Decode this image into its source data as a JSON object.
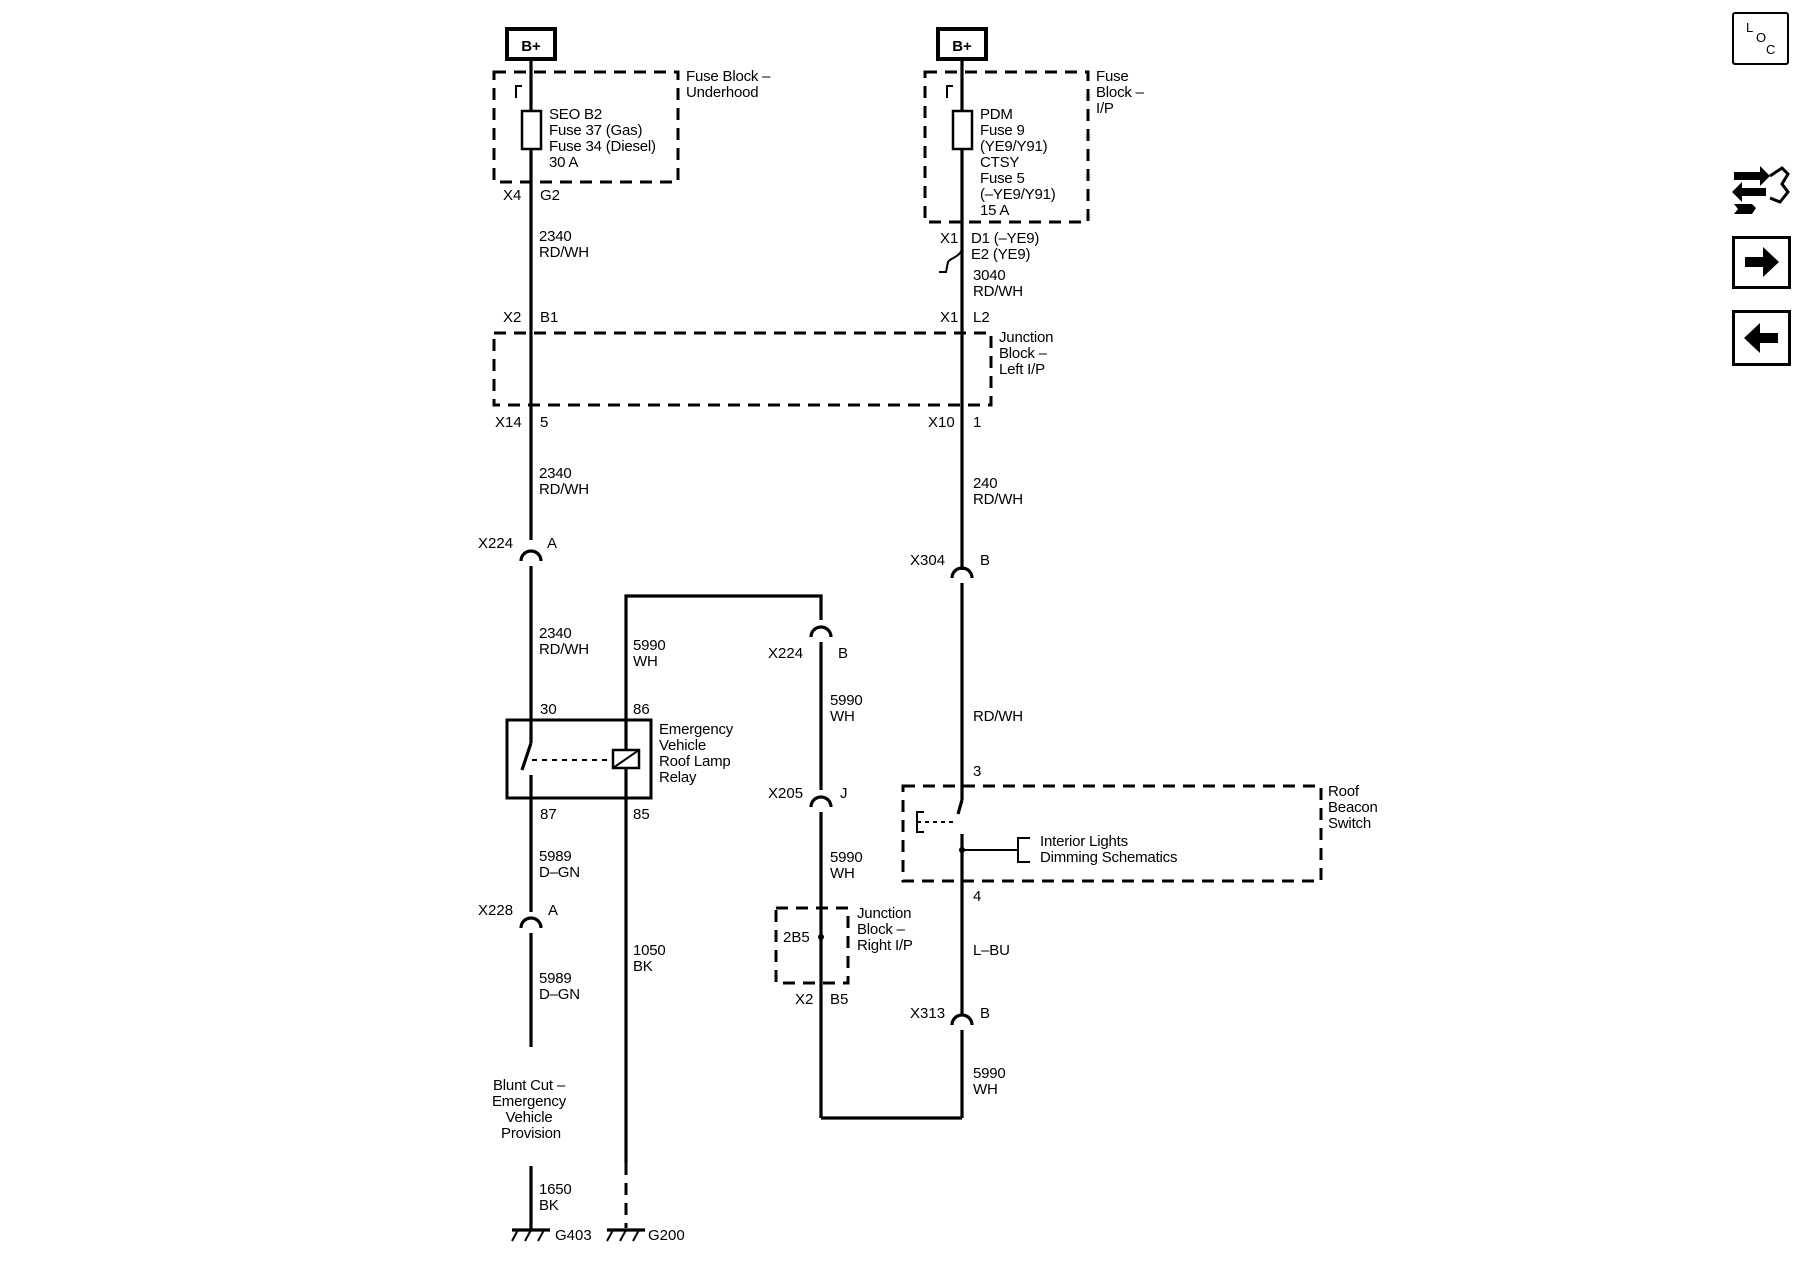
{
  "power": {
    "left_label": "B+",
    "right_label": "B+"
  },
  "fuse_left": {
    "block_name": [
      "Fuse Block –",
      "Underhood"
    ],
    "fuse_text": [
      "SEO B2",
      "Fuse 37 (Gas)",
      "Fuse 34 (Diesel)",
      "30 A"
    ],
    "conn": "X4",
    "pin": "G2"
  },
  "fuse_right": {
    "block_name": [
      "Fuse",
      "Block –",
      "I/P"
    ],
    "fuse_text": [
      "PDM",
      "Fuse 9",
      "(YE9/Y91)",
      "CTSY",
      "Fuse 5",
      "(–YE9/Y91)",
      "15 A"
    ],
    "conn": "X1",
    "pins": [
      "D1 (–YE9)",
      "E2 (YE9)"
    ]
  },
  "wires": {
    "w1": [
      "2340",
      "RD/WH"
    ],
    "w2": [
      "3040",
      "RD/WH"
    ],
    "w3": [
      "2340",
      "RD/WH"
    ],
    "w4": [
      "240",
      "RD/WH"
    ],
    "w5": [
      "2340",
      "RD/WH"
    ],
    "w6": [
      "5990",
      "WH"
    ],
    "w7": [
      "5990",
      "WH"
    ],
    "w8": [
      "RD/WH"
    ],
    "w9": [
      "5989",
      "D–GN"
    ],
    "w10": [
      "5990",
      "WH"
    ],
    "w11": [
      "5989",
      "D–GN"
    ],
    "w12": [
      "1050",
      "BK"
    ],
    "w13": [
      "L–BU"
    ],
    "w14": [
      "5990",
      "WH"
    ],
    "w15": [
      "1650",
      "BK"
    ]
  },
  "junction_left": {
    "name": [
      "Junction",
      "Block –",
      "Left I/P"
    ],
    "top_left": [
      "X2",
      "B1"
    ],
    "top_right": [
      "X1",
      "L2"
    ],
    "bottom_left": [
      "X14",
      "5"
    ],
    "bottom_right": [
      "X10",
      "1"
    ]
  },
  "connectors": {
    "c1": [
      "X224",
      "A"
    ],
    "c2": [
      "X304",
      "B"
    ],
    "c3": [
      "X224",
      "B"
    ],
    "c4": [
      "X205",
      "J"
    ],
    "c5": [
      "X228",
      "A"
    ],
    "c6": [
      "X313",
      "B"
    ]
  },
  "relay": {
    "name": [
      "Emergency",
      "Vehicle",
      "Roof Lamp",
      "Relay"
    ],
    "pins": {
      "p30": "30",
      "p86": "86",
      "p87": "87",
      "p85": "85"
    }
  },
  "switch": {
    "name": [
      "Roof",
      "Beacon",
      "Switch"
    ],
    "pin_top": "3",
    "pin_bottom": "4",
    "ref": [
      "Interior Lights",
      "Dimming Schematics"
    ]
  },
  "junction_right": {
    "name": [
      "Junction",
      "Block –",
      "Right I/P"
    ],
    "inner": "2B5",
    "conn": "X2",
    "pin": "B5"
  },
  "provision": [
    "Blunt Cut –",
    "Emergency",
    "Vehicle",
    "Provision"
  ],
  "grounds": {
    "g1": "G403",
    "g2": "G200"
  },
  "nav": {
    "loc": [
      "L",
      "O",
      "C"
    ],
    "connector_icon": "connector-wrench-icon",
    "next_icon": "arrow-right-icon",
    "prev_icon": "arrow-left-icon"
  }
}
